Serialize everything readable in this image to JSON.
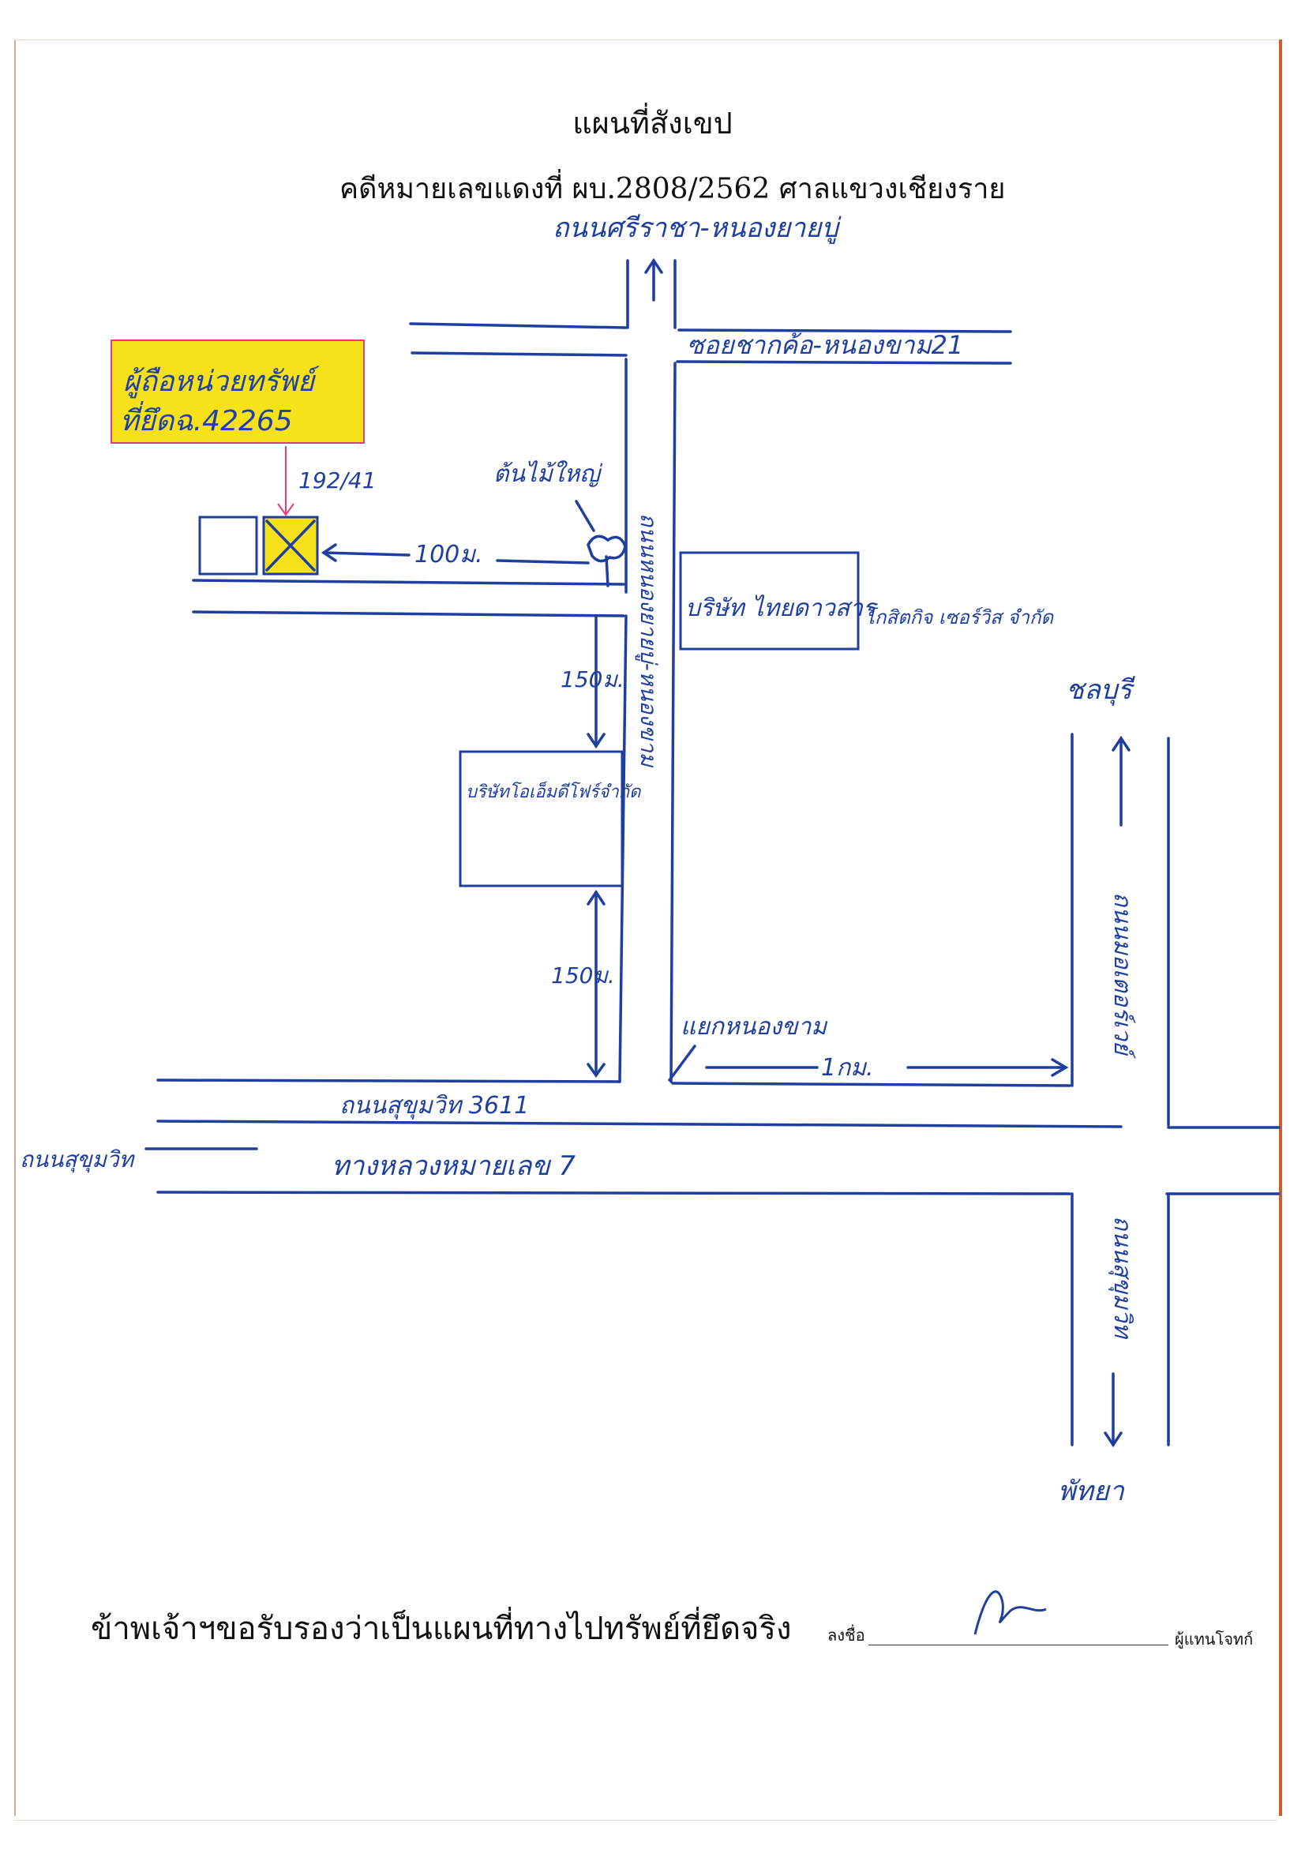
{
  "header": {
    "title": "แผนที่สังเขป",
    "subtitle": "คดีหมายเลขแดงที่ ผบ.2808/2562  ศาลแขวงเชียงราย"
  },
  "property_box": {
    "line1": "ผู้ถือหน่วยทรัพย์",
    "line2": "ที่ยึดฉ.42265"
  },
  "labels": {
    "top_road": "ถนนศรีราชา-หนองยายบู่",
    "soi_top": "ซอยชากค้อ-หนองขาม21",
    "house_no": "192/41",
    "big_tree": "ต้นไม้ใหญ่",
    "dist_100": "100ม.",
    "company_thai": "บริษัท ไทยดาวสาร",
    "company_kosit": "โกสิตกิจ เซอร์วิส จำกัด",
    "dist_150a": "150ม.",
    "company_ocm": "บริษัทโอเอ็มดีโฟร์จำกัด",
    "dist_150b": "150ม.",
    "vertical_road": "ถนนหนองยายบู่-หนองขาม",
    "junction": "แยกหนองขาม",
    "dist_1km": "1กม.",
    "chonburi": "ชลบุรี",
    "highway_right": "ถนนมอเตอร์เวย์",
    "highway_right2": "ถนนสุขุมวิท",
    "road_3611": "ถนนสุขุมวิท 3611",
    "sukhumvit": "ถนนสุขุมวิท",
    "highway7": "ทางหลวงหมายเลข 7",
    "pattaya": "พัทยา"
  },
  "footer": {
    "statement": "ข้าพเจ้าฯขอรับรองว่าเป็นแผนที่ทางไปทรัพย์ที่ยึดจริง",
    "sign_label": "ลงชื่อ",
    "sign_role": "ผู้แทนโจทก์"
  },
  "colors": {
    "ink": "#1f3fa0",
    "highlight": "#f7e21a",
    "marker": "#e83a7a"
  }
}
